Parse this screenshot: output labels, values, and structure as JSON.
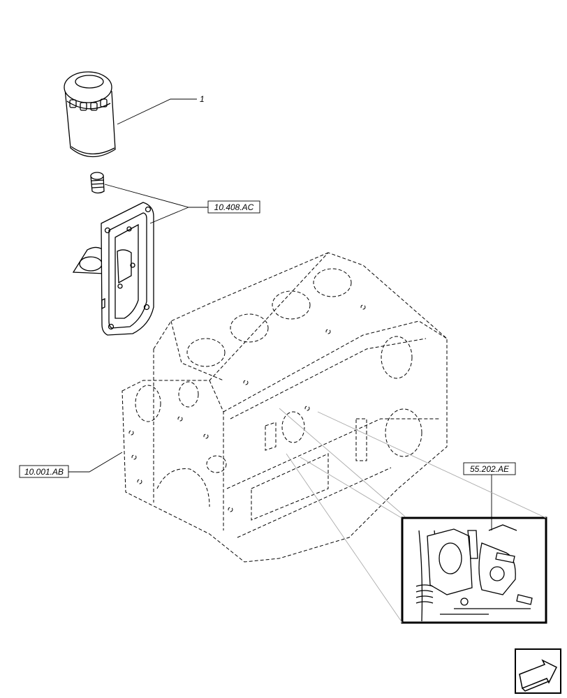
{
  "callouts": {
    "item_1": "1",
    "ref_oil_filter_support": "10.408.AC",
    "ref_engine_block": "10.001.AB",
    "ref_detail": "55.202.AE"
  },
  "icons": {
    "nav": "next-page-arrow-icon"
  },
  "colors": {
    "line": "#000000",
    "leader_gray": "#aaaaaa",
    "background": "#ffffff"
  }
}
